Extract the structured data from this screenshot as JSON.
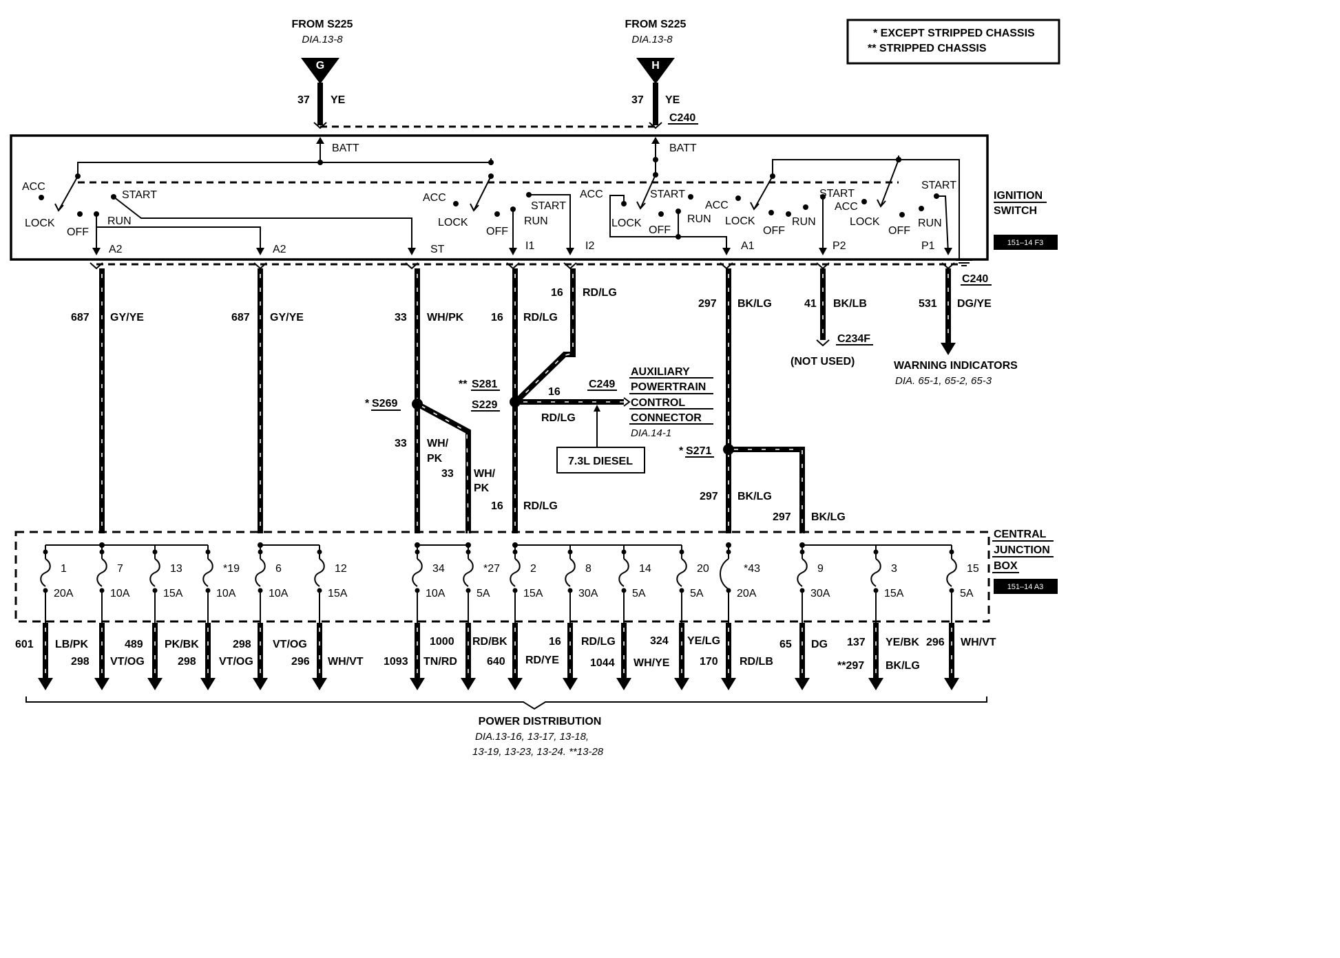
{
  "sources": {
    "left": {
      "title": "FROM S225",
      "dia": "DIA.13-8",
      "letter": "G",
      "circuit": "37",
      "color": "YE"
    },
    "right": {
      "title": "FROM S225",
      "dia": "DIA.13-8",
      "letter": "H",
      "circuit": "37",
      "color": "YE"
    }
  },
  "connector_top": "C240",
  "legend": {
    "line1": "*  EXCEPT STRIPPED CHASSIS",
    "line2": "**  STRIPPED CHASSIS"
  },
  "ignition_switch": {
    "title_line1": "IGNITION",
    "title_line2": "SWITCH",
    "ref_tag": "151–14 F3",
    "batt_label": "BATT",
    "positions": {
      "acc": "ACC",
      "lock": "LOCK",
      "off": "OFF",
      "run": "RUN",
      "start": "START"
    },
    "terminals": [
      "A2",
      "A2",
      "ST",
      "I1",
      "I2",
      "A1",
      "P2",
      "P1"
    ]
  },
  "connector_mid": "C240",
  "wires": [
    {
      "circuit": "687",
      "color": "GY/YE"
    },
    {
      "circuit": "687",
      "color": "GY/YE"
    },
    {
      "circuit": "33",
      "color": "WH/PK"
    },
    {
      "circuit": "16",
      "color": "RD/LG"
    },
    {
      "circuit": "16",
      "color": "RD/LG"
    },
    {
      "circuit": "297",
      "color": "BK/LG"
    },
    {
      "circuit": "41",
      "color": "BK/LB"
    },
    {
      "circuit": "531",
      "color": "DG/YE"
    }
  ],
  "c234f": {
    "name": "C234F",
    "note": "(NOT USED)"
  },
  "warning": {
    "title": "WARNING INDICATORS",
    "dia": "DIA. 65-1, 65-2, 65-3"
  },
  "splices": {
    "s269": {
      "mark": "*",
      "name": "S269"
    },
    "s281": {
      "mark": "**",
      "name": "S281"
    },
    "s229": {
      "name": "S229"
    },
    "s271": {
      "mark": "*",
      "name": "S271"
    }
  },
  "lower_wires": {
    "wh_pk_a": {
      "circuit": "33",
      "color_l1": "WH/",
      "color_l2": "PK"
    },
    "wh_pk_b": {
      "circuit": "33",
      "color_l1": "WH/",
      "color_l2": "PK"
    },
    "rd_lg": {
      "circuit": "16",
      "color": "RD/LG"
    },
    "c249_wire": {
      "circuit": "16",
      "color": "RD/LG"
    },
    "bk_lg_a": {
      "circuit": "297",
      "color": "BK/LG"
    },
    "bk_lg_b": {
      "circuit": "297",
      "color": "BK/LG"
    }
  },
  "c249": {
    "name": "C249",
    "l1": "AUXILIARY",
    "l2": "POWERTRAIN",
    "l3": "CONTROL",
    "l4": "CONNECTOR",
    "dia": "DIA.14-1",
    "diesel": "7.3L DIESEL"
  },
  "cjb": {
    "title_l1": "CENTRAL",
    "title_l2": "JUNCTION",
    "title_l3": "BOX",
    "ref_tag": "151–14 A3",
    "fuses": [
      {
        "num": "1",
        "amp": "20A"
      },
      {
        "num": "7",
        "amp": "10A"
      },
      {
        "num": "13",
        "amp": "15A"
      },
      {
        "num": "*19",
        "amp": "10A"
      },
      {
        "num": "6",
        "amp": "10A"
      },
      {
        "num": "12",
        "amp": "15A"
      },
      {
        "num": "34",
        "amp": "10A"
      },
      {
        "num": "*27",
        "amp": "5A"
      },
      {
        "num": "2",
        "amp": "15A"
      },
      {
        "num": "8",
        "amp": "30A"
      },
      {
        "num": "14",
        "amp": "5A"
      },
      {
        "num": "20",
        "amp": "5A"
      },
      {
        "num": "*43",
        "amp": "20A"
      },
      {
        "num": "9",
        "amp": "30A"
      },
      {
        "num": "3",
        "amp": "15A"
      },
      {
        "num": "15",
        "amp": "5A"
      }
    ]
  },
  "outputs": [
    {
      "text": "601"
    },
    {
      "text": "LB/PK"
    },
    {
      "text": "298"
    },
    {
      "text": "VT/OG"
    },
    {
      "text": "489"
    },
    {
      "text": "PK/BK"
    },
    {
      "text": "298"
    },
    {
      "text": "298"
    },
    {
      "text": "VT/OG"
    },
    {
      "text": "VT/OG"
    },
    {
      "text": "296"
    },
    {
      "text": "WH/VT"
    },
    {
      "text": "1000"
    },
    {
      "text": "RD/BK"
    },
    {
      "text": "1093"
    },
    {
      "text": "TN/RD"
    },
    {
      "text": "640"
    },
    {
      "text": "16"
    },
    {
      "text": "RD/LG"
    },
    {
      "text": "RD/YE"
    },
    {
      "text": "1044"
    },
    {
      "text": "324"
    },
    {
      "text": "YE/LG"
    },
    {
      "text": "WH/YE"
    },
    {
      "text": "170"
    },
    {
      "text": "RD/LB"
    },
    {
      "text": "65"
    },
    {
      "text": "DG"
    },
    {
      "text": "137"
    },
    {
      "text": "YE/BK"
    },
    {
      "text": "296"
    },
    {
      "text": "WH/VT"
    },
    {
      "text": "**297"
    },
    {
      "text": "BK/LG"
    }
  ],
  "power_distribution": {
    "title": "POWER DISTRIBUTION",
    "line1": "DIA.13-16, 13-17, 13-18,",
    "line2": "13-19, 13-23, 13-24. **13-28"
  }
}
